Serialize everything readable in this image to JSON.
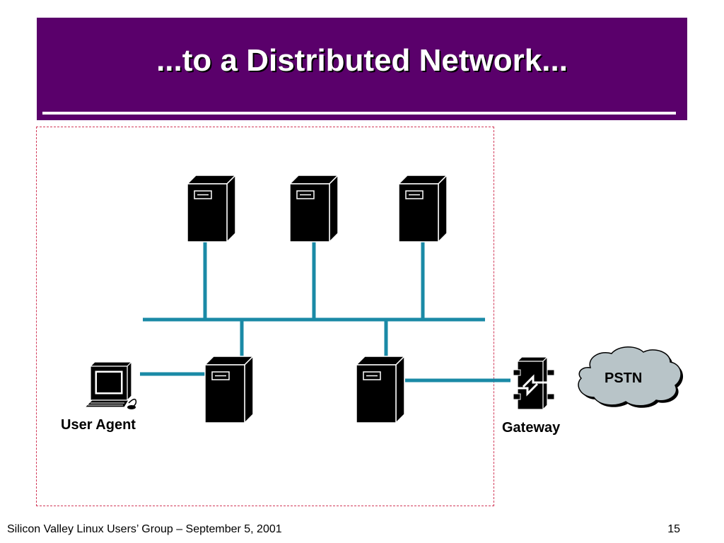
{
  "slide": {
    "title": "...to a Distributed Network...",
    "footer": "Silicon Valley Linux Users’ Group – September 5, 2001",
    "page_number": "15"
  },
  "diagram": {
    "nodes": [
      {
        "id": "server-1",
        "type": "server-icon"
      },
      {
        "id": "server-2",
        "type": "server-icon"
      },
      {
        "id": "server-3",
        "type": "server-icon"
      },
      {
        "id": "server-4",
        "type": "server-icon"
      },
      {
        "id": "server-5",
        "type": "server-icon"
      },
      {
        "id": "user-agent",
        "type": "workstation-icon",
        "label": "User Agent"
      },
      {
        "id": "gateway",
        "type": "gateway-icon",
        "label": "Gateway"
      },
      {
        "id": "pstn",
        "type": "cloud-icon",
        "label": "PSTN"
      }
    ],
    "edges": [
      [
        "server-1",
        "backbone"
      ],
      [
        "server-2",
        "backbone"
      ],
      [
        "server-3",
        "backbone"
      ],
      [
        "server-4",
        "backbone"
      ],
      [
        "server-5",
        "backbone"
      ],
      [
        "user-agent",
        "server-4"
      ],
      [
        "server-5",
        "gateway"
      ]
    ],
    "colors": {
      "link": "#1a8aa6",
      "title_bg": "#5a006b",
      "cloud": "#b8c4c8",
      "device": "#000000",
      "dashed_border": "#d23a5a"
    }
  }
}
